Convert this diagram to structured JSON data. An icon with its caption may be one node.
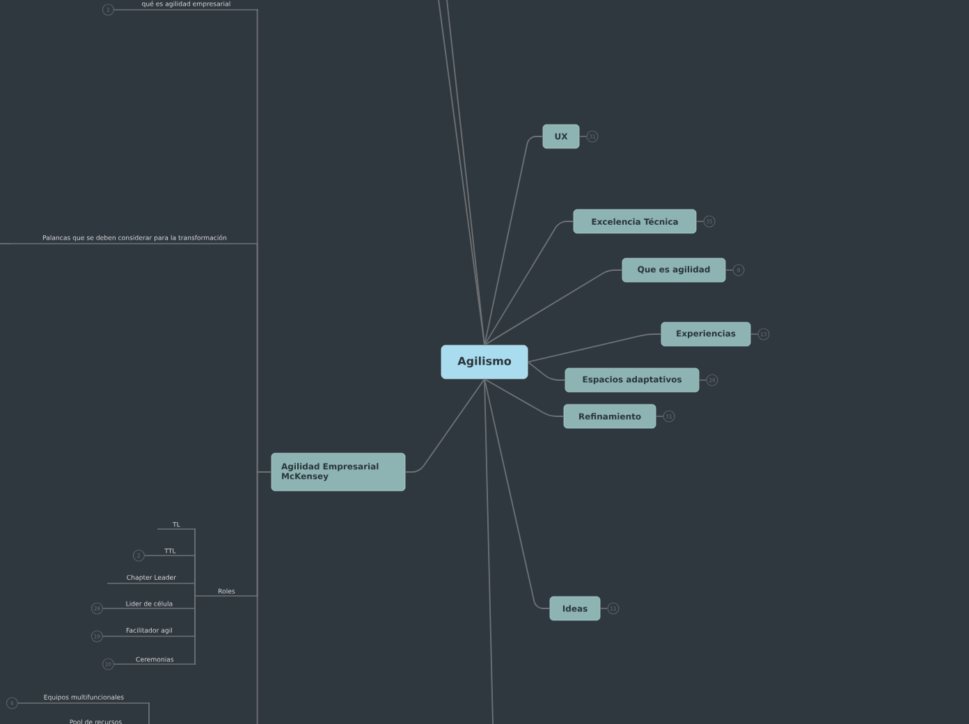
{
  "diagram": {
    "nodes": [
      {
        "text": [
          "Agilismo"
        ]
      },
      {
        "text": [
          "UX"
        ],
        "beside": [
          "31"
        ]
      },
      {
        "text": [
          "Excelencia Técnica"
        ],
        "beside": [
          "35"
        ]
      },
      {
        "text": [
          "Que es agilidad"
        ],
        "beside": [
          "8"
        ]
      },
      {
        "text": [
          "Experiencias"
        ],
        "beside": [
          "13"
        ]
      },
      {
        "text": [
          "Espacios adaptativos"
        ],
        "beside": [
          "28"
        ]
      },
      {
        "text": [
          "Refinamiento"
        ],
        "beside": [
          "31"
        ]
      },
      {
        "text": [
          "Ideas"
        ],
        "beside": [
          "11"
        ]
      },
      {
        "text": [
          "Agilidad Empresarial McKensey"
        ]
      },
      {
        "text": [
          "qué es agilidad empresarial"
        ],
        "beside": [
          "2"
        ]
      },
      {
        "text": [
          "Palancas que se deben considerar para la transformación"
        ]
      },
      {
        "text": [
          "Roles"
        ]
      },
      {
        "text": [
          "TL"
        ]
      },
      {
        "text": [
          "TTL"
        ],
        "beside": [
          "2"
        ]
      },
      {
        "text": [
          "Chapter Leader"
        ]
      },
      {
        "text": [
          "Lider de célula"
        ],
        "beside": [
          "28"
        ]
      },
      {
        "text": [
          "Facilitador agil"
        ],
        "beside": [
          "19"
        ]
      },
      {
        "text": [
          "Ceremonias"
        ],
        "beside": [
          "10"
        ]
      },
      {
        "text": [
          "Equipos multifuncionales"
        ],
        "beside": [
          "6"
        ]
      },
      {
        "text": [
          "Pool de recursos"
        ]
      }
    ],
    "edges": [
      {
        "from": 0,
        "to": 1,
        "arrow": "none"
      },
      {
        "from": 0,
        "to": 2,
        "arrow": "none"
      },
      {
        "from": 0,
        "to": 3,
        "arrow": "none"
      },
      {
        "from": 0,
        "to": 4,
        "arrow": "none"
      },
      {
        "from": 0,
        "to": 5,
        "arrow": "none"
      },
      {
        "from": 0,
        "to": 6,
        "arrow": "none"
      },
      {
        "from": 0,
        "to": 7,
        "arrow": "none"
      },
      {
        "from": 0,
        "to": 8,
        "arrow": "none"
      },
      {
        "from": 0,
        "to": null,
        "arrow": "none"
      },
      {
        "from": 0,
        "to": null,
        "arrow": "none"
      },
      {
        "from": 0,
        "to": null,
        "arrow": "none"
      },
      {
        "from": 8,
        "to": 9,
        "arrow": "none"
      },
      {
        "from": 8,
        "to": 10,
        "arrow": "none"
      },
      {
        "from": 8,
        "to": 11,
        "arrow": "none"
      },
      {
        "from": 8,
        "to": null,
        "arrow": "none"
      },
      {
        "from": 10,
        "to": null,
        "arrow": "none"
      },
      {
        "from": 11,
        "to": 12,
        "arrow": "none"
      },
      {
        "from": 11,
        "to": 13,
        "arrow": "none"
      },
      {
        "from": 11,
        "to": 14,
        "arrow": "none"
      },
      {
        "from": 11,
        "to": 15,
        "arrow": "none"
      },
      {
        "from": 11,
        "to": 16,
        "arrow": "none"
      },
      {
        "from": 11,
        "to": 17,
        "arrow": "none"
      },
      {
        "from": null,
        "to": 18,
        "arrow": "none"
      }
    ]
  }
}
